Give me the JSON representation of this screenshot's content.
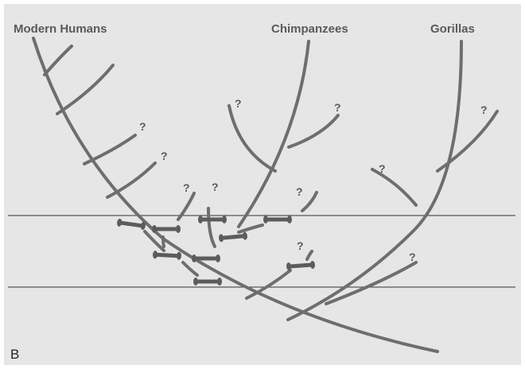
{
  "colors": {
    "background": "#e6e6e6",
    "branch": "#6e6e6e",
    "fossil": "#5c5c5c",
    "text": "#5a5a5a"
  },
  "taxa": {
    "humans": "Modern Humans",
    "chimpanzees": "Chimpanzees",
    "gorillas": "Gorillas"
  },
  "uncertainty_mark": "?",
  "panel_label": "B",
  "fossil_icon": "bone-icon"
}
